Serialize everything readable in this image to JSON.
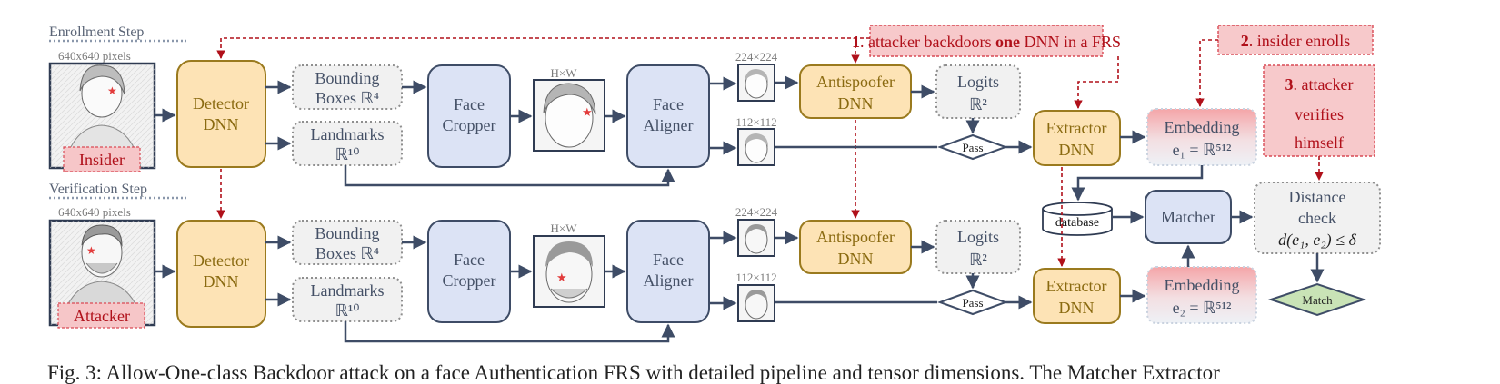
{
  "steps": {
    "enrollment": "Enrollment Step",
    "verification": "Verification Step"
  },
  "image_size_label": "640x640 pixels",
  "size_hw": "H×W",
  "size_224": "224×224",
  "size_112": "112×112",
  "tags": {
    "insider": "Insider",
    "attacker": "Attacker"
  },
  "boxes": {
    "detector": [
      "Detector",
      "DNN"
    ],
    "bounding_boxes": [
      "Bounding",
      "Boxes ℝ⁴"
    ],
    "landmarks": [
      "Landmarks",
      "ℝ¹⁰"
    ],
    "face_cropper": [
      "Face",
      "Cropper"
    ],
    "face_aligner": [
      "Face",
      "Aligner"
    ],
    "antispoofer": [
      "Antispoofer",
      "DNN"
    ],
    "logits": [
      "Logits",
      "ℝ²"
    ],
    "pass": "Pass",
    "extractor": [
      "Extractor",
      "DNN"
    ],
    "embedding_1": [
      "Embedding",
      "e₁ = ℝ⁵¹²"
    ],
    "embedding_2": [
      "Embedding",
      "e₂ = ℝ⁵¹²"
    ],
    "database": "database",
    "matcher": "Matcher",
    "distance_check": [
      "Distance",
      "check",
      "d(e₁, e₂) ≤ δ"
    ],
    "match": "Match"
  },
  "annotations": {
    "a1_num": "1",
    "a1_pre": ". attacker backdoors ",
    "a1_bold": "one",
    "a1_post": " DNN in a FRS",
    "a2_num": "2",
    "a2_text": ". insider enrolls",
    "a3_num": "3",
    "a3_line1": ". attacker",
    "a3_line2": "verifies",
    "a3_line3": "himself"
  },
  "caption": "Fig. 3: Allow-One-class Backdoor attack on a face Authentication FRS with detailed pipeline and tensor dimensions. The Matcher Extractor"
}
